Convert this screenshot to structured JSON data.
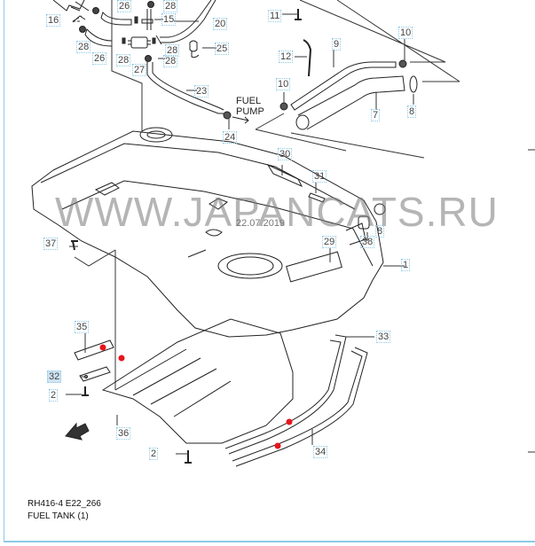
{
  "diagram": {
    "code": "RH416-4 E22_266",
    "title": "FUEL TANK (1)",
    "watermark": "WWW.JAPANCATS.RU",
    "date_stamp": "22.07.2019",
    "fuel_pump_label_1": "FUEL",
    "fuel_pump_label_2": "PUMP",
    "fwd_label": "FWD",
    "accent_color": "#8ecae6",
    "marker_color": "#e8141c"
  },
  "callouts": [
    {
      "id": "c16",
      "label": "16"
    },
    {
      "id": "c26a",
      "label": "26"
    },
    {
      "id": "c28a",
      "label": "28"
    },
    {
      "id": "c26b",
      "label": "26"
    },
    {
      "id": "c28b",
      "label": "28"
    },
    {
      "id": "c27",
      "label": "27"
    },
    {
      "id": "c28c",
      "label": "28"
    },
    {
      "id": "c28d",
      "label": "28"
    },
    {
      "id": "c15",
      "label": "15"
    },
    {
      "id": "c28e",
      "label": "28"
    },
    {
      "id": "c20",
      "label": "20"
    },
    {
      "id": "c25",
      "label": "25"
    },
    {
      "id": "c23",
      "label": "23"
    },
    {
      "id": "c24",
      "label": "24"
    },
    {
      "id": "c11",
      "label": "11"
    },
    {
      "id": "c12",
      "label": "12"
    },
    {
      "id": "c9",
      "label": "9"
    },
    {
      "id": "c10a",
      "label": "10"
    },
    {
      "id": "c10b",
      "label": "10"
    },
    {
      "id": "c7",
      "label": "7"
    },
    {
      "id": "c8a",
      "label": "8"
    },
    {
      "id": "c30",
      "label": "30"
    },
    {
      "id": "c31",
      "label": "31"
    },
    {
      "id": "c8b",
      "label": "8"
    },
    {
      "id": "c38",
      "label": "38"
    },
    {
      "id": "c29",
      "label": "29"
    },
    {
      "id": "c1",
      "label": "1"
    },
    {
      "id": "c37",
      "label": "37"
    },
    {
      "id": "c35",
      "label": "35"
    },
    {
      "id": "c32",
      "label": "32"
    },
    {
      "id": "c2a",
      "label": "2"
    },
    {
      "id": "c36",
      "label": "36"
    },
    {
      "id": "c2b",
      "label": "2"
    },
    {
      "id": "c33",
      "label": "33"
    },
    {
      "id": "c34",
      "label": "34"
    }
  ]
}
